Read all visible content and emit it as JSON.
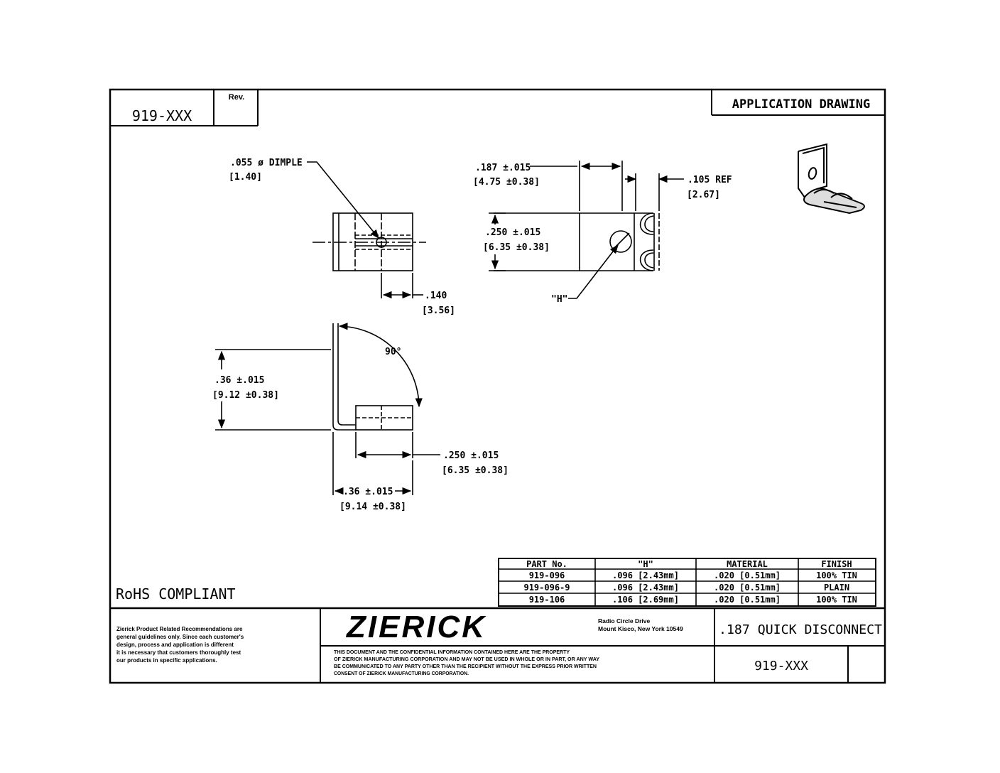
{
  "title_block": {
    "part_number_top": "919-XXX",
    "rev_label": "Rev.",
    "drawing_type": "APPLICATION DRAWING",
    "rohs": "RoHS COMPLIANT",
    "company": "ZIERICK",
    "address_line1": "Radio Circle Drive",
    "address_line2": "Mount Kisco, New York 10549",
    "description": ".187 QUICK DISCONNECT",
    "part_number_bottom": "919-XXX",
    "disclaimer_lines": [
      "Zierick Product Related Recommendations are",
      "general guidelines only. Since each customer's",
      "design, process and application is different",
      "it is necessary that customers thoroughly test",
      "our products in specific applications."
    ],
    "confidential_lines": [
      "THIS DOCUMENT AND THE CONFIDENTIAL INFORMATION CONTAINED HERE ARE THE PROPERTY",
      "OF ZIERICK MANUFACTURING CORPORATION AND MAY NOT BE USED IN WHOLE OR IN PART, OR ANY WAY",
      "BE COMMUNICATED TO ANY PARTY OTHER THAN THE RECIPIENT WITHOUT THE EXPRESS PRIOR WRITTEN",
      "CONSENT OF ZIERICK MANUFACTURING CORPORATION."
    ]
  },
  "dimensions": {
    "dimple": ".055 ø DIMPLE",
    "dimple_mm": "[1.40]",
    "d140": ".140",
    "d140_mm": "[3.56]",
    "d187": ".187 ±.015",
    "d187_mm": "[4.75 ±0.38]",
    "d105": ".105 REF",
    "d105_mm": "[2.67]",
    "d250_top": ".250 ±.015",
    "d250_top_mm": "[6.35 ±0.38]",
    "h_callout": "\"H\"",
    "angle": "90°",
    "d36_v": ".36 ±.015",
    "d36_v_mm": "[9.12 ±0.38]",
    "d250_side": ".250 ±.015",
    "d250_side_mm": "[6.35 ±0.38]",
    "d36_h": ".36 ±.015",
    "d36_h_mm": "[9.14 ±0.38]"
  },
  "parts_table": {
    "headers": [
      "PART No.",
      "\"H\"",
      "MATERIAL",
      "FINISH"
    ],
    "rows": [
      [
        "919-096",
        ".096 [2.43mm]",
        ".020 [0.51mm]",
        "100% TIN"
      ],
      [
        "919-096-9",
        ".096 [2.43mm]",
        ".020 [0.51mm]",
        "PLAIN"
      ],
      [
        "919-106",
        ".106 [2.69mm]",
        ".020 [0.51mm]",
        "100% TIN"
      ]
    ]
  },
  "colors": {
    "ink": "#000000",
    "paper": "#ffffff"
  }
}
